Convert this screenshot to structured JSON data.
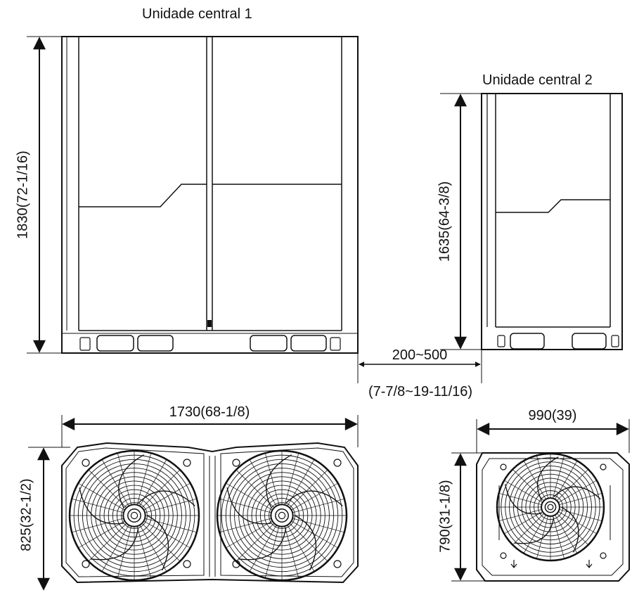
{
  "labels": {
    "unit1_title": "Unidade central  1",
    "unit2_title": "Unidade central  2",
    "unit1_height": "1830(72-1/16)",
    "unit2_height": "1635(64-3/8)",
    "spacing_mm": "200~500",
    "spacing_in": "(7-7/8~19-11/16)",
    "unit1_width": "1730(68-1/8)",
    "unit2_width": "990(39)",
    "unit1_depth": "825(32-1/2)",
    "unit2_depth": "790(31-1/8)"
  },
  "colors": {
    "line": "#111111",
    "background": "#ffffff"
  }
}
